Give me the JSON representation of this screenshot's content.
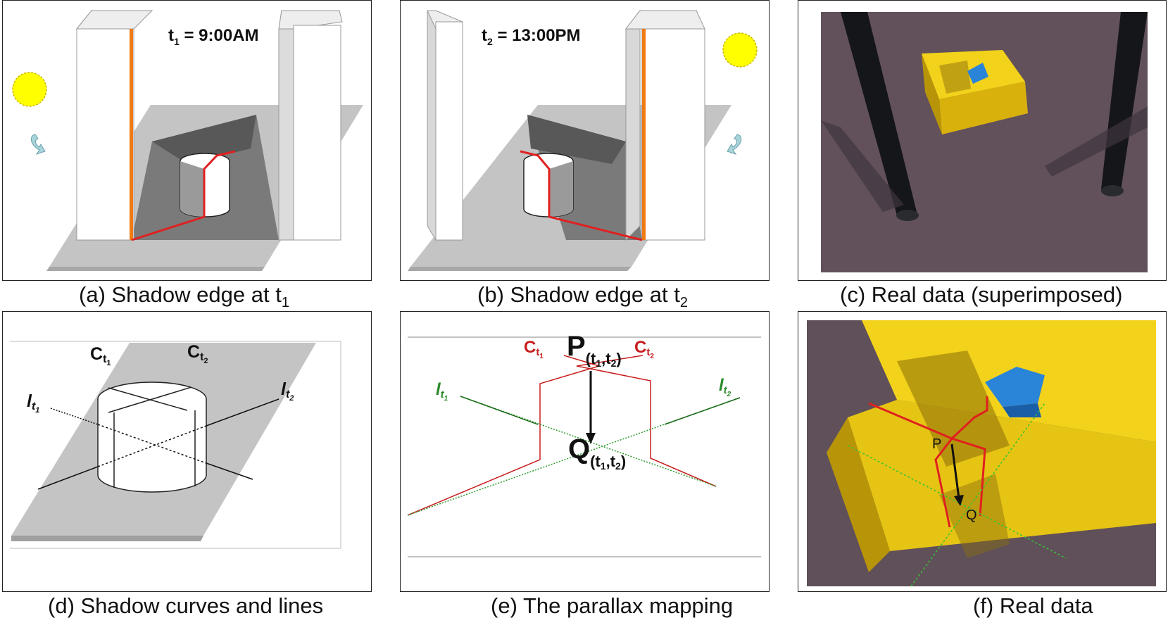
{
  "panels": {
    "a": {
      "caption": "(a) Shadow edge at",
      "time_var": "t",
      "time_sub": "1",
      "time_value": "= 9:00AM"
    },
    "b": {
      "caption": "(b) Shadow edge at",
      "time_var": "t",
      "time_sub": "2",
      "time_value": "= 13:00PM"
    },
    "c": {
      "caption": "(c) Real data (superimposed)"
    },
    "d": {
      "caption": "(d) Shadow curves and lines",
      "curve_symbol": "C",
      "line_symbol": "l",
      "time_var": "t",
      "sub1": "1",
      "sub2": "2"
    },
    "e": {
      "caption": "(e) The parallax mapping",
      "curve_symbol": "C",
      "line_symbol": "l",
      "time_var": "t",
      "sub1": "1",
      "sub2": "2",
      "point_p": "P",
      "point_q": "Q",
      "subscript_open": "(t",
      "subscript_mid": ",t",
      "subscript_close": ")"
    },
    "f": {
      "caption": "(f) Real data",
      "point_p": "P",
      "point_q": "Q"
    }
  },
  "colors": {
    "shadow_edge": "#e02020",
    "shadow_line": "#2a9a2a",
    "sun": "#ffff00",
    "ground": "#c0c0c0",
    "box_yellow": "#f2d21a"
  }
}
